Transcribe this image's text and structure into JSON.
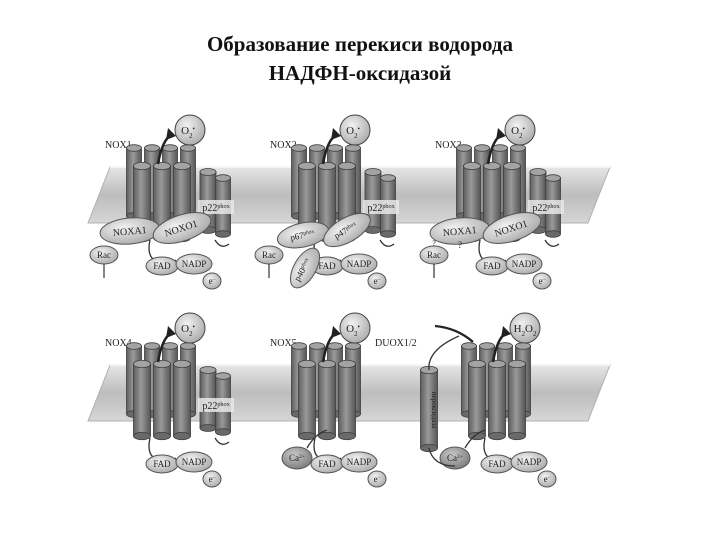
{
  "title": {
    "line1": "Образование перекиси водорода",
    "line2": "НАДФН-оксидазой"
  },
  "colors": {
    "membrane": "#c4c4c4",
    "protein": "#7c7c7c",
    "protein_light": "#a8a8a8",
    "cofactor": "#d2d2d2",
    "ink": "#2a2a2a"
  },
  "panels": [
    {
      "name": "NOX1",
      "product": "O",
      "product_sub": "2",
      "product_sup": "•",
      "p22": "p22",
      "p22_sup": "phox",
      "organizer": "NOXO1",
      "activator": "NOXA1",
      "rac": "Rac",
      "rac_q": "",
      "fad": "FAD",
      "nadp": "NADP",
      "electron": "e",
      "electron_sup": "–"
    },
    {
      "name": "NOX2",
      "product": "O",
      "product_sub": "2",
      "product_sup": "•",
      "p22": "p22",
      "p22_sup": "phox",
      "p67": "p67",
      "p67_sup": "phox",
      "p47": "p47",
      "p47_sup": "phox",
      "p40": "p40",
      "p40_sup": "phox",
      "rac": "Rac",
      "fad": "FAD",
      "nadp": "NADP",
      "electron": "e",
      "electron_sup": "–"
    },
    {
      "name": "NOX3",
      "product": "O",
      "product_sub": "2",
      "product_sup": "•",
      "p22": "p22",
      "p22_sup": "phox",
      "organizer": "NOXO1",
      "activator": "NOXA1",
      "activator_q": "?",
      "rac": "Rac",
      "rac_q": "?",
      "fad": "FAD",
      "nadp": "NADP",
      "electron": "e",
      "electron_sup": "–"
    },
    {
      "name": "NOX4",
      "product": "O",
      "product_sub": "2",
      "product_sup": "•",
      "p22": "p22",
      "p22_sup": "phox",
      "fad": "FAD",
      "nadp": "NADP",
      "electron": "e",
      "electron_sup": "–"
    },
    {
      "name": "NOX5",
      "product": "O",
      "product_sub": "2",
      "product_sup": "•",
      "calcium": "Ca",
      "calcium_sup": "2+",
      "fad": "FAD",
      "nadp": "NADP",
      "electron": "e",
      "electron_sup": "–"
    },
    {
      "name": "DUOX1/2",
      "product": "H",
      "product_sub": "2",
      "product_mid": "O",
      "product_sub2": "2",
      "peroxidase": "пероксидаза",
      "calcium": "Ca",
      "calcium_sup": "2+",
      "fad": "FAD",
      "nadp": "NADP",
      "electron": "e",
      "electron_sup": "–"
    }
  ]
}
